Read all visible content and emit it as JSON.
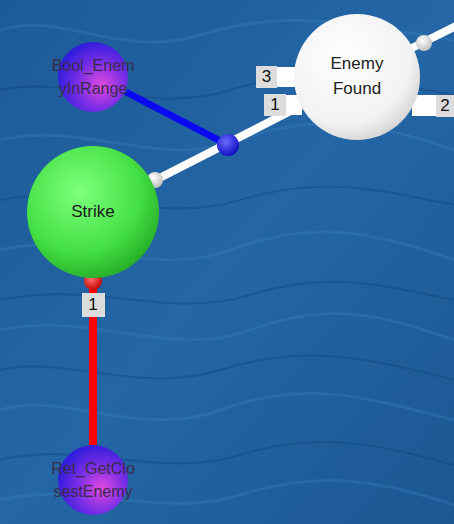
{
  "diagram": {
    "nodes": [
      {
        "text": [
          "Bool_Enem yInRange"
        ]
      },
      {
        "text": [
          "Enemy Found"
        ]
      },
      {
        "text": [
          "Strike"
        ]
      },
      {
        "text": [
          "Ret_GetClo sestEnemy"
        ]
      }
    ],
    "edges": [
      {
        "from": 1,
        "to": 2,
        "arrow": "none"
      },
      {
        "from": 2,
        "to": 3,
        "arrow": "none",
        "label": "1"
      }
    ],
    "labels": [
      "3",
      "1",
      "2"
    ]
  }
}
